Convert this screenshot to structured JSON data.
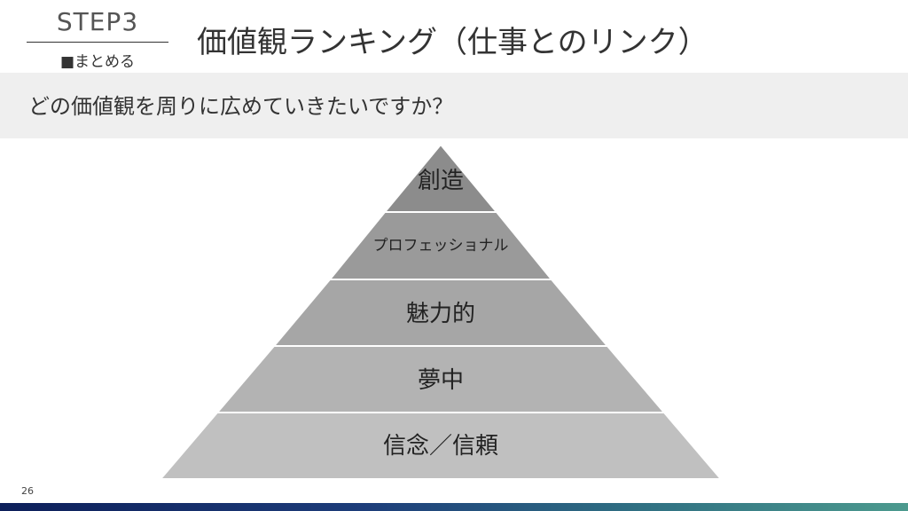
{
  "header": {
    "step_label": "STEP3",
    "step_sublabel": "■まとめる",
    "title": "価値観ランキング（仕事とのリンク）"
  },
  "question": {
    "text": "どの価値観を周りに広めていきたいですか？"
  },
  "pyramid": {
    "levels": [
      {
        "label": "創造",
        "fill": "#8c8c8c"
      },
      {
        "label": "プロフェッショナル",
        "fill": "#9a9a9a"
      },
      {
        "label": "魅力的",
        "fill": "#a6a6a6"
      },
      {
        "label": "夢中",
        "fill": "#b3b3b3"
      },
      {
        "label": "信念／信頼",
        "fill": "#c0c0c0"
      }
    ]
  },
  "footer": {
    "page_number": "26"
  }
}
